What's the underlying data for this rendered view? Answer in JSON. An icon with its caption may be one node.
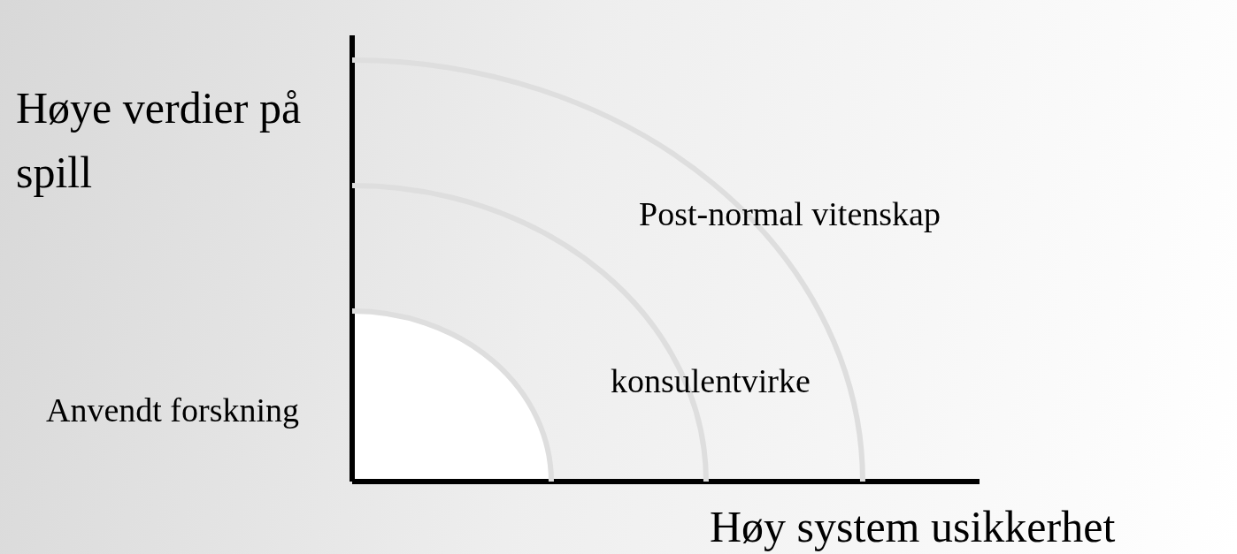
{
  "diagram": {
    "labels": [
      "Høye verdier på spill",
      "Post-normal vitenskap",
      "konsulentvirke",
      "Anvendt forskning",
      "Høy system usikkerhet"
    ]
  }
}
